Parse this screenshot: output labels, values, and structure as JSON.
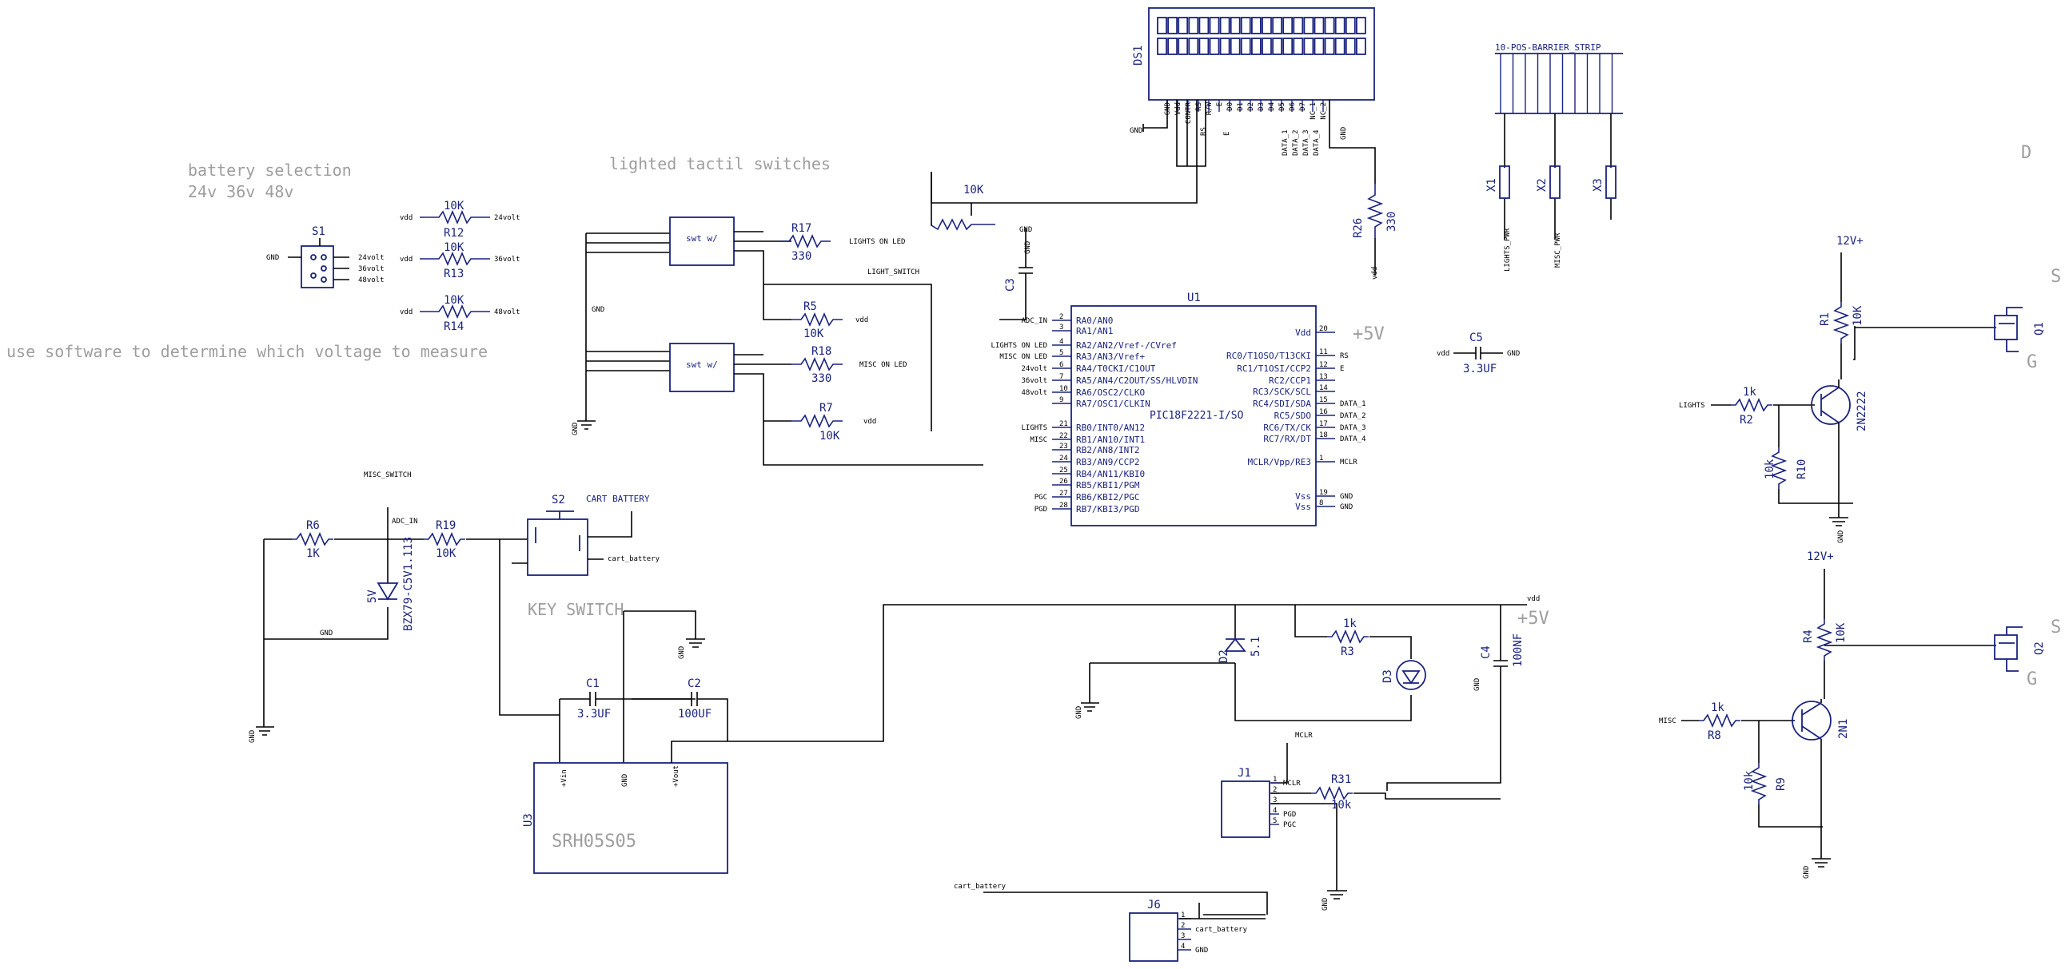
{
  "notes": {
    "battery_selection": "battery selection",
    "voltages": "24v 36v 48v",
    "lighted_switches": "lighted tactil switches",
    "software_note": "use software to determine which voltage to measure",
    "key_switch": "KEY SWITCH",
    "cart_battery": "CART BATTERY",
    "plus5v_a": "+5V",
    "plus5v_b": "+5V",
    "corner_d": "D",
    "corner_s1": "S",
    "corner_s2": "S",
    "corner_g1": "G",
    "corner_g2": "G"
  },
  "components": {
    "ds1": {
      "ref": "DS1",
      "pins": [
        "GND",
        "Vdd",
        "CONTR",
        "RS",
        "R/W",
        "E",
        "D0",
        "D1",
        "D2",
        "D3",
        "D4",
        "D5",
        "D6",
        "D7",
        "NC_1",
        "NC_2"
      ]
    },
    "barrier": {
      "ref": "10-POS-BARRIER_STRIP"
    },
    "x1": {
      "ref": "X1",
      "net": "LIGHTS_PWR"
    },
    "x2": {
      "ref": "X2",
      "net": "MISC_PWR"
    },
    "x3": {
      "ref": "X3"
    },
    "s1": {
      "ref": "S1"
    },
    "r12": {
      "ref": "R12",
      "val": "10K",
      "net": "24volt"
    },
    "r13": {
      "ref": "R13",
      "val": "10K",
      "net": "36volt"
    },
    "r14": {
      "ref": "R14",
      "val": "10K",
      "net": "48volt"
    },
    "r17": {
      "ref": "R17",
      "val": "330",
      "net": "LIGHTS ON LED"
    },
    "r5": {
      "ref": "R5",
      "val": "10K"
    },
    "r18": {
      "ref": "R18",
      "val": "330",
      "net": "MISC ON LED"
    },
    "r7": {
      "ref": "R7",
      "val": "10K"
    },
    "sw1": {
      "label": "swt w/"
    },
    "sw2": {
      "label": "swt w/"
    },
    "pot": {
      "val": "10K"
    },
    "c3": {
      "ref": "C3"
    },
    "u1": {
      "ref": "U1",
      "part": "PIC18F2221-I/SO",
      "left_pins": [
        {
          "num": "2",
          "name": "RA0/AN0",
          "net": "ADC_IN"
        },
        {
          "num": "3",
          "name": "RA1/AN1",
          "net": ""
        },
        {
          "num": "4",
          "name": "RA2/AN2/Vref-/CVref",
          "net": "LIGHTS ON LED"
        },
        {
          "num": "5",
          "name": "RA3/AN3/Vref+",
          "net": "MISC ON LED"
        },
        {
          "num": "6",
          "name": "RA4/T0CKI/C1OUT",
          "net": "24volt"
        },
        {
          "num": "7",
          "name": "RA5/AN4/C2OUT/SS/HLVDIN",
          "net": "36volt"
        },
        {
          "num": "10",
          "name": "RA6/OSC2/CLKO",
          "net": "48volt"
        },
        {
          "num": "9",
          "name": "RA7/OSC1/CLKIN",
          "net": ""
        },
        {
          "num": "21",
          "name": "RB0/INT0/AN12",
          "net": "LIGHTS"
        },
        {
          "num": "22",
          "name": "RB1/AN10/INT1",
          "net": "MISC"
        },
        {
          "num": "23",
          "name": "RB2/AN8/INT2",
          "net": ""
        },
        {
          "num": "24",
          "name": "RB3/AN9/CCP2",
          "net": ""
        },
        {
          "num": "25",
          "name": "RB4/AN11/KBI0",
          "net": ""
        },
        {
          "num": "26",
          "name": "RB5/KBI1/PGM",
          "net": ""
        },
        {
          "num": "27",
          "name": "RB6/KBI2/PGC",
          "net": "PGC"
        },
        {
          "num": "28",
          "name": "RB7/KBI3/PGD",
          "net": "PGD"
        }
      ],
      "right_pins": [
        {
          "num": "20",
          "name": "Vdd",
          "net": ""
        },
        {
          "num": "11",
          "name": "RC0/T1OSO/T13CKI",
          "net": "RS"
        },
        {
          "num": "12",
          "name": "RC1/T1OSI/CCP2",
          "net": "E"
        },
        {
          "num": "13",
          "name": "RC2/CCP1",
          "net": ""
        },
        {
          "num": "14",
          "name": "RC3/SCK/SCL",
          "net": ""
        },
        {
          "num": "15",
          "name": "RC4/SDI/SDA",
          "net": "DATA_1"
        },
        {
          "num": "16",
          "name": "RC5/SDO",
          "net": "DATA_2"
        },
        {
          "num": "17",
          "name": "RC6/TX/CK",
          "net": "DATA_3"
        },
        {
          "num": "18",
          "name": "RC7/RX/DT",
          "net": "DATA_4"
        },
        {
          "num": "1",
          "name": "MCLR/Vpp/RE3",
          "net": "MCLR"
        },
        {
          "num": "19",
          "name": "Vss",
          "net": "GND"
        },
        {
          "num": "8",
          "name": "Vss",
          "net": "GND"
        }
      ]
    },
    "c5": {
      "ref": "C5",
      "val": "3.3UF"
    },
    "r26": {
      "ref": "R26",
      "val": "330"
    },
    "r1": {
      "ref": "R1",
      "val": "10K"
    },
    "r2": {
      "ref": "R2",
      "val": "1k"
    },
    "r10": {
      "ref": "R10",
      "val": "10k"
    },
    "q1": {
      "val": "2N2222"
    },
    "o1": {
      "ref": "Q1"
    },
    "v12a": {
      "label": "12V+"
    },
    "r4": {
      "ref": "R4",
      "val": "10K"
    },
    "r8": {
      "ref": "R8",
      "val": "1k"
    },
    "r9": {
      "ref": "R9",
      "val": "10k"
    },
    "q2": {
      "val": "2N1"
    },
    "o2": {
      "ref": "Q2"
    },
    "v12b": {
      "label": "12V+"
    },
    "r6": {
      "ref": "R6",
      "val": "1K"
    },
    "z1": {
      "val": "BZX79-C5V1.113",
      "side": "5V"
    },
    "r19": {
      "ref": "R19",
      "val": "10K"
    },
    "s2": {
      "ref": "S2"
    },
    "c1": {
      "ref": "C1",
      "val": "3.3UF"
    },
    "c2": {
      "ref": "C2",
      "val": "100UF"
    },
    "u3": {
      "ref": "U3",
      "part": "SRH05S05",
      "pins": [
        "+Vin",
        "GND",
        "+Vout"
      ]
    },
    "d2": {
      "ref": "D2",
      "val": "5.1"
    },
    "r3": {
      "ref": "R3",
      "val": "1k"
    },
    "d3": {
      "ref": "D3"
    },
    "c4": {
      "ref": "C4",
      "val": "100NF"
    },
    "j1": {
      "ref": "J1",
      "pins": [
        "MCLR",
        "",
        "",
        "PGD",
        "PGC"
      ]
    },
    "r31": {
      "ref": "R31",
      "val": "10k"
    },
    "j6": {
      "ref": "J6",
      "pins": [
        "cart_battery",
        "GND"
      ]
    }
  },
  "nets": {
    "gnd": "GND",
    "vdd": "vdd",
    "light_switch": "LIGHT_SWITCH",
    "misc_switch": "MISC_SWITCH",
    "adc_in": "ADC_IN",
    "cart_battery": "cart_battery",
    "lights": "LIGHTS",
    "misc": "MISC",
    "mclr": "MCLR",
    "pgc": "PGC",
    "pgd": "PGD",
    "data1": "DATA_1",
    "data2": "DATA_2",
    "data3": "DATA_3",
    "data4": "DATA_4",
    "rs": "RS",
    "e": "E"
  },
  "pin_numbers": {
    "n1": "1",
    "n2": "2",
    "n3": "3",
    "n4": "4",
    "n5": "5",
    "n6": "6"
  }
}
